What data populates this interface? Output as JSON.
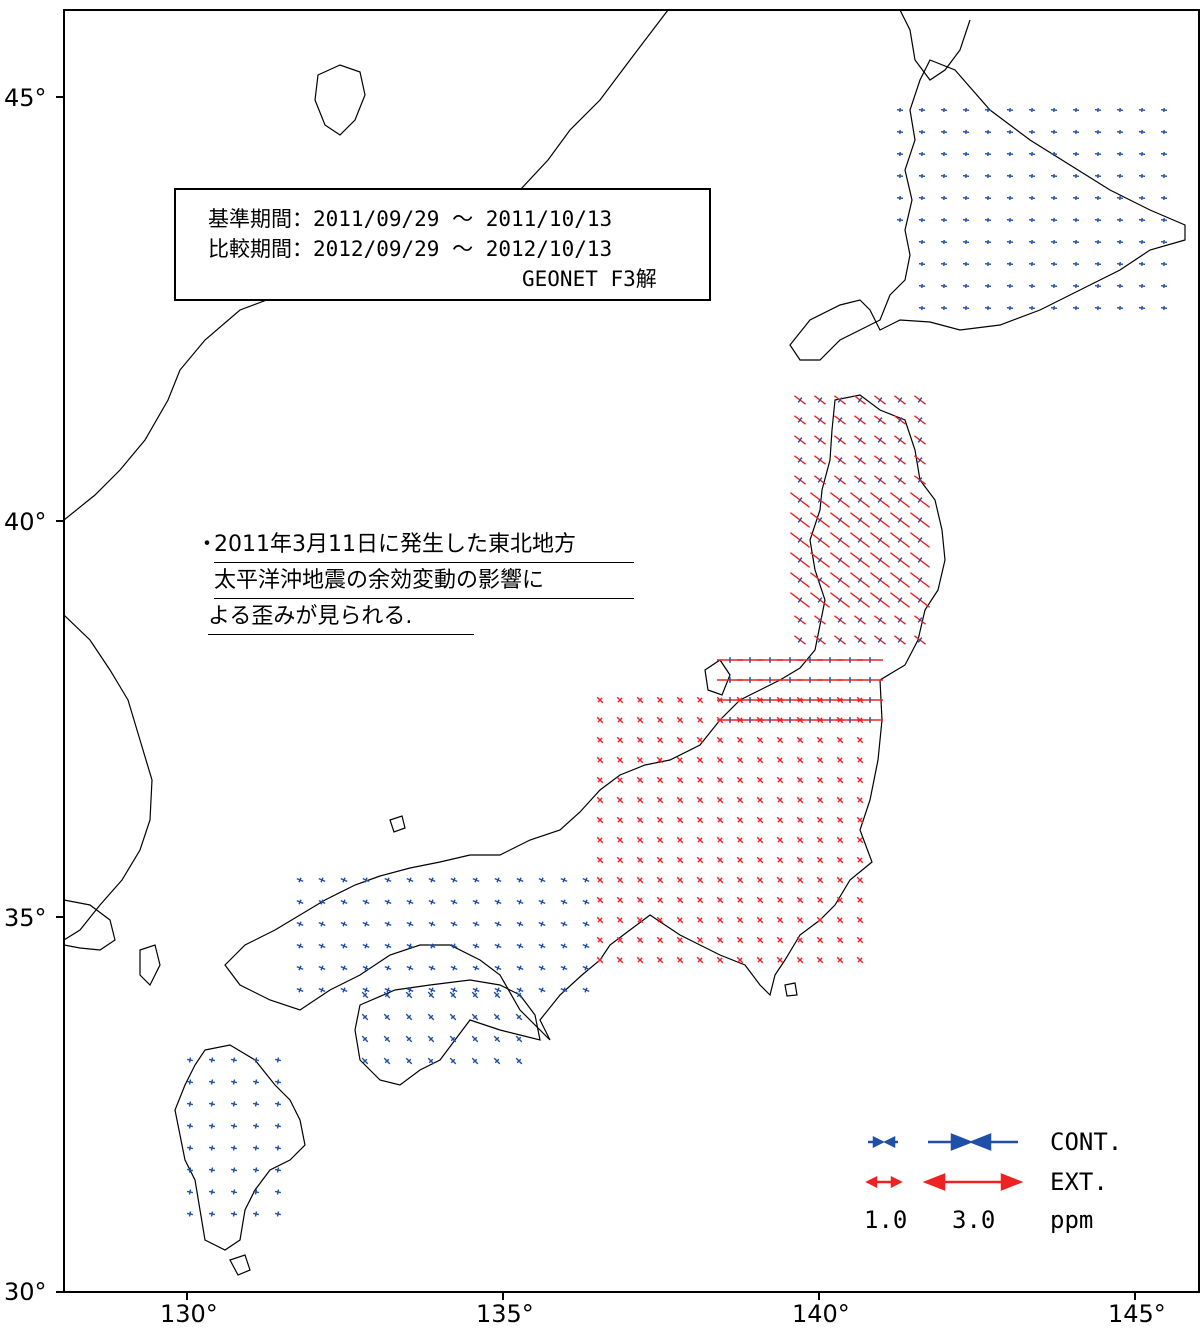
{
  "axes": {
    "lat_labels": [
      "45°",
      "40°",
      "35°",
      "30°"
    ],
    "lon_labels": [
      "130°",
      "135°",
      "140°",
      "145°"
    ]
  },
  "info_box": {
    "line1": "基準期間：2011/09/29 ～ 2011/10/13",
    "line2": "比較期間：2012/09/29 ～ 2012/10/13",
    "line3": "GEONET F3解"
  },
  "note": {
    "bullet": "・",
    "line1": "2011年3月11日に発生した東北地方",
    "line2": "太平洋沖地震の余効変動の影響に",
    "line3": "よる歪みが見られる."
  },
  "legend": {
    "cont_label": "CONT.",
    "ext_label": "EXT.",
    "scale_small": "1.0",
    "scale_large": "3.0",
    "unit": "ppm",
    "colors": {
      "contraction": "#1f4fa8",
      "extension": "#ee2222"
    }
  }
}
